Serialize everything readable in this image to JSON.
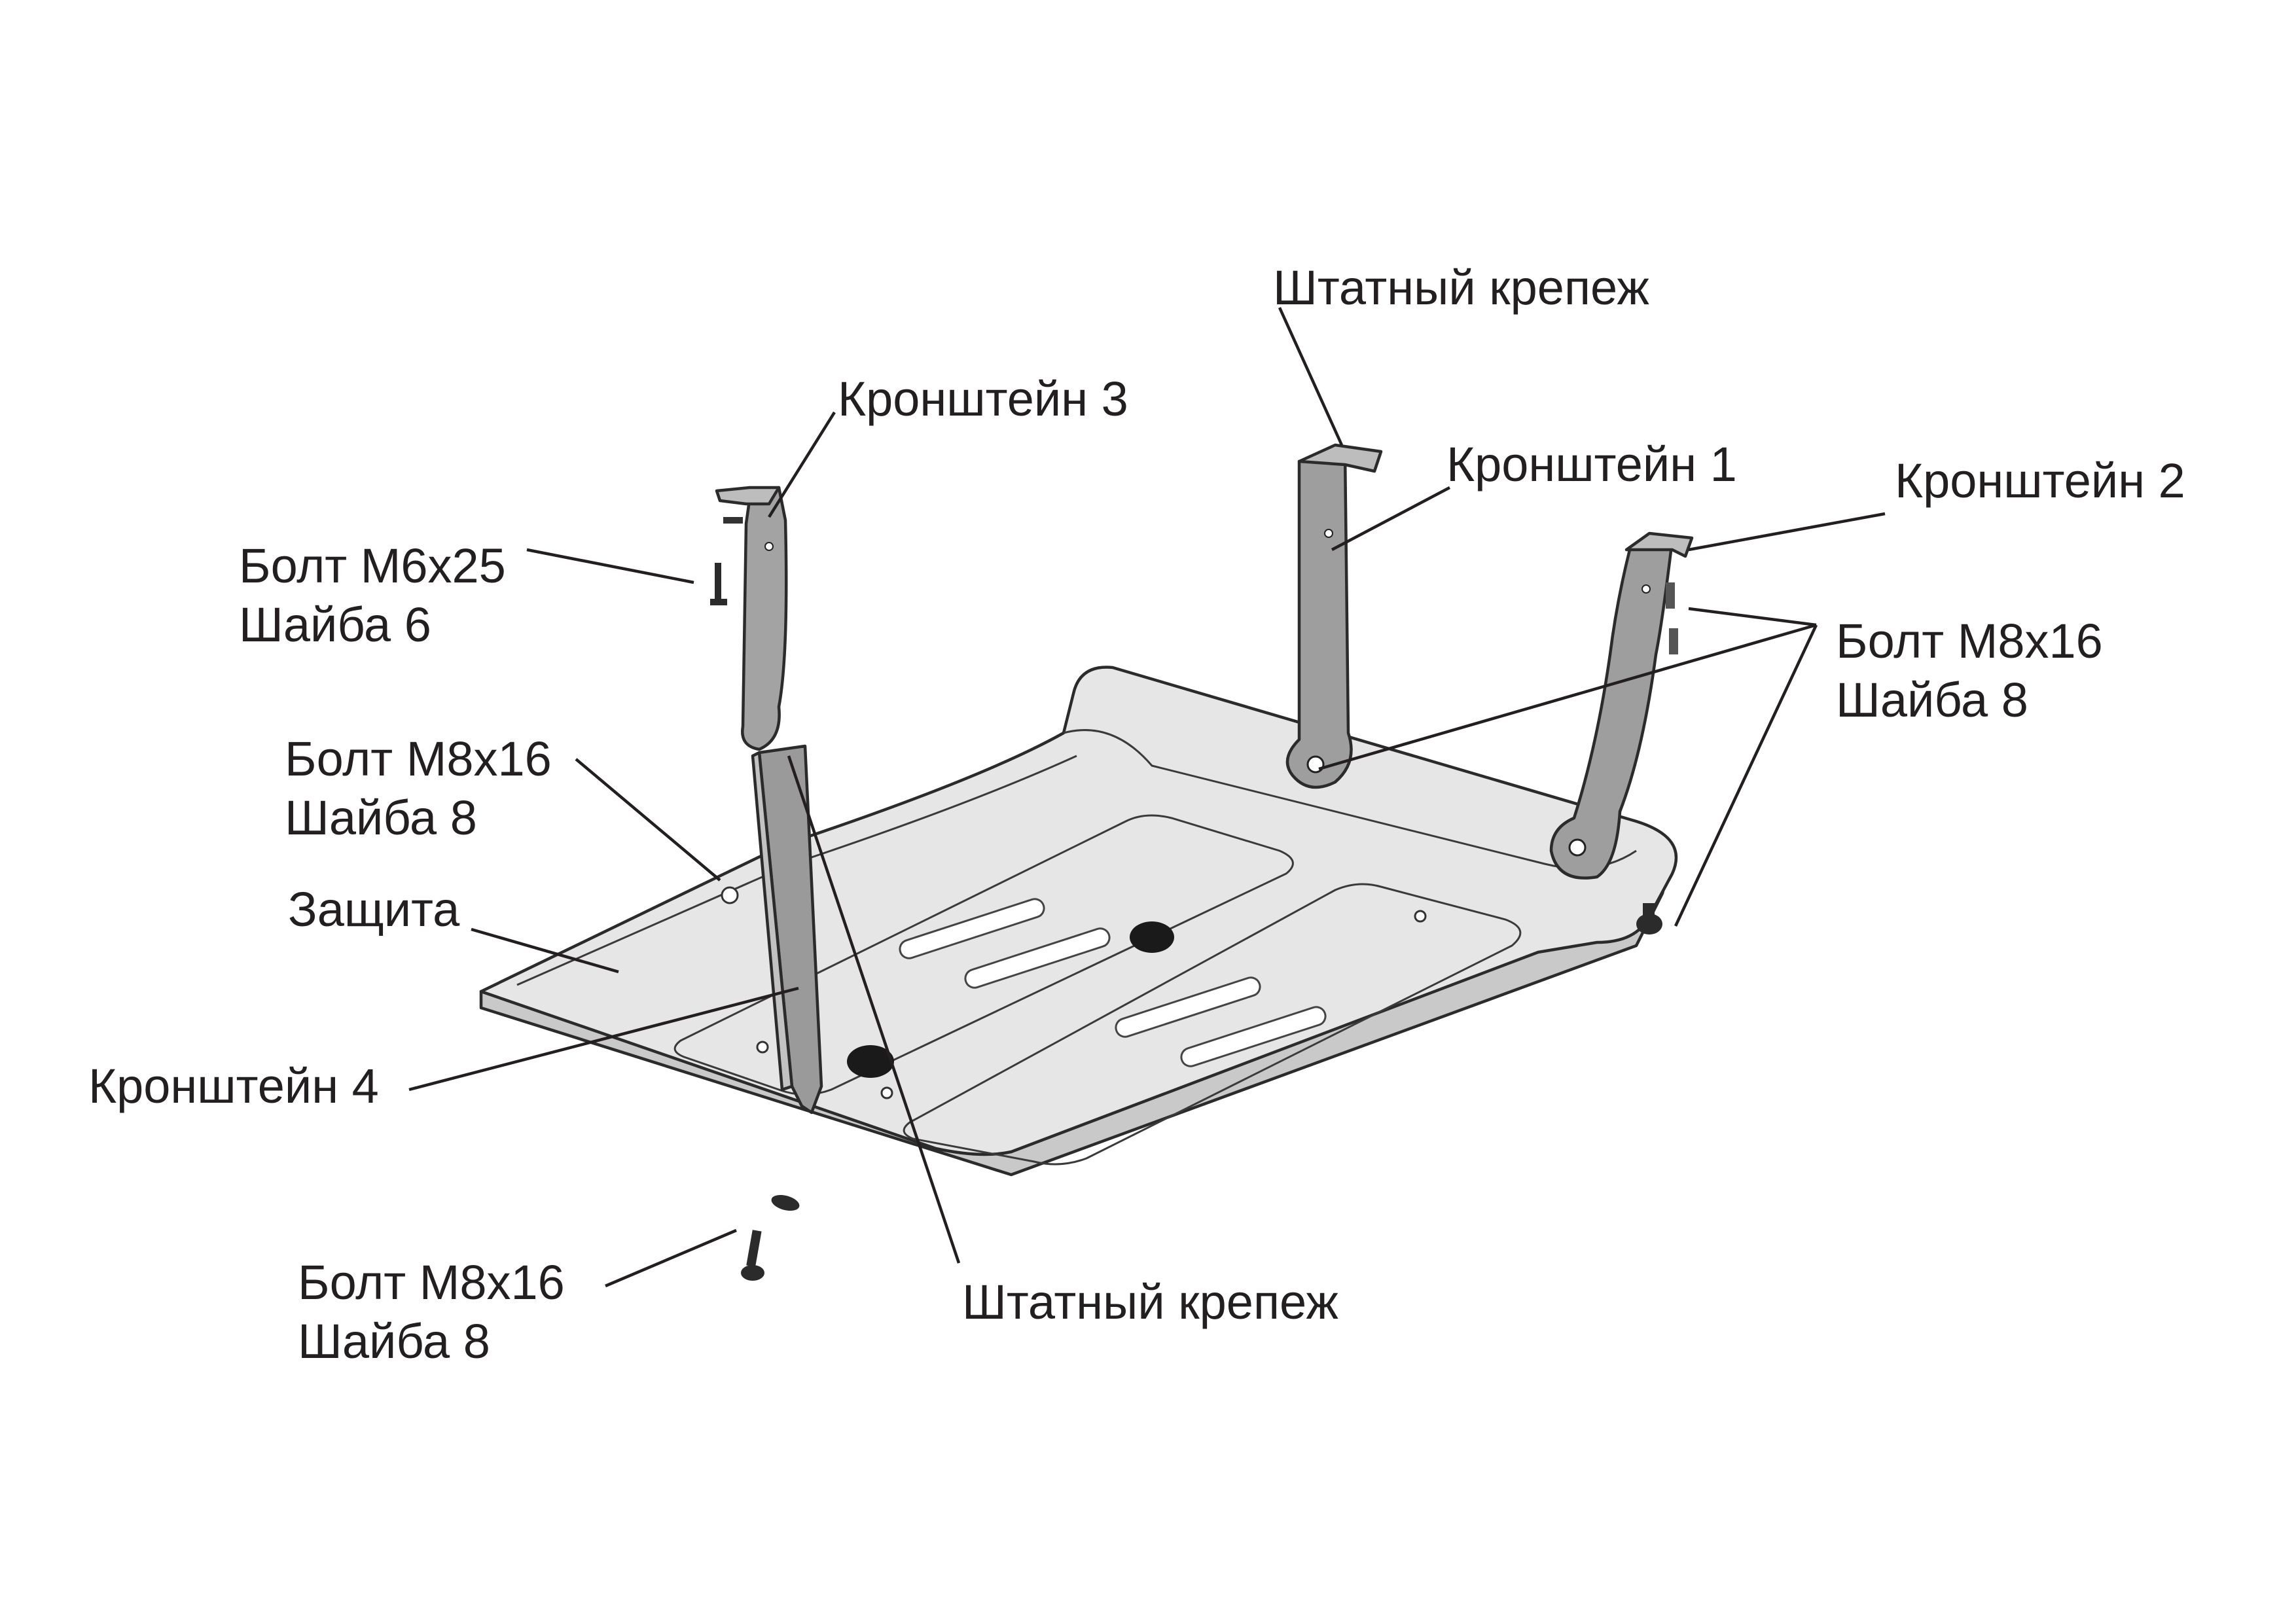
{
  "labels": {
    "shtatny_top": "Штатный крепеж",
    "bracket3": "Кронштейн 3",
    "bracket1": "Кронштейн 1",
    "bracket2": "Кронштейн 2",
    "bolt_m6": "Болт М6х25",
    "washer6": "Шайба 6",
    "bolt_right": "Болт М8х16",
    "washer_right": "Шайба 8",
    "bolt_left": "Болт М8х16",
    "washer_left": "Шайба 8",
    "guard": "Защита",
    "bracket4": "Кронштейн 4",
    "bolt_bottom": "Болт М8х16",
    "washer_bottom": "Шайба 8",
    "shtatny_bottom": "Штатный крепеж"
  },
  "colors": {
    "guard_top": "#e6e6e6",
    "guard_edge": "#c9c9c9",
    "bracket": "#9a9a9a",
    "bracket_light": "#bdbdbd",
    "slot": "#ffffff",
    "plug": "#1a1a1a",
    "ink": "#231f20"
  }
}
